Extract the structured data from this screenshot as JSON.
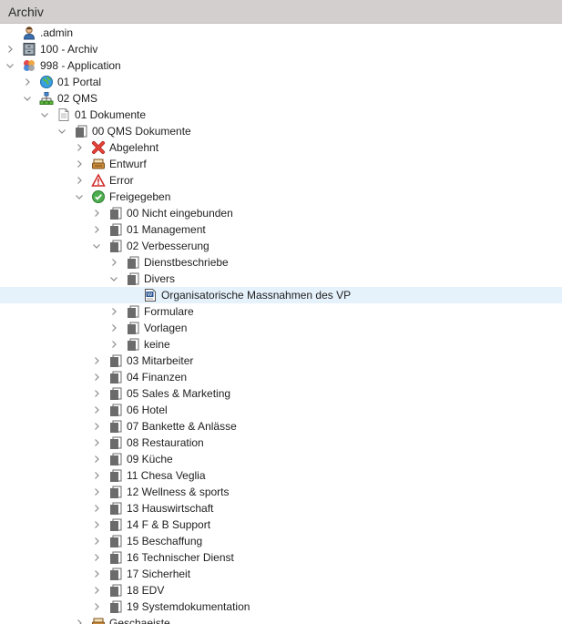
{
  "window": {
    "title": "Archiv"
  },
  "tree": [
    {
      "id": "admin",
      "label": ".admin",
      "depth": 0,
      "icon": "user-icon",
      "toggle": "none"
    },
    {
      "id": "100-archiv",
      "label": "100 - Archiv",
      "depth": 0,
      "icon": "archive-icon",
      "toggle": "collapsed"
    },
    {
      "id": "998-application",
      "label": "998 - Application",
      "depth": 0,
      "icon": "application-icon",
      "toggle": "expanded"
    },
    {
      "id": "01-portal",
      "label": "01 Portal",
      "depth": 1,
      "icon": "globe-icon",
      "toggle": "collapsed"
    },
    {
      "id": "02-qms",
      "label": "02 QMS",
      "depth": 1,
      "icon": "network-icon",
      "toggle": "expanded"
    },
    {
      "id": "01-dokumente",
      "label": "01 Dokumente",
      "depth": 2,
      "icon": "document-icon",
      "toggle": "expanded"
    },
    {
      "id": "00-qms-dokumente",
      "label": "00 QMS Dokumente",
      "depth": 3,
      "icon": "folder-icon",
      "toggle": "expanded"
    },
    {
      "id": "abgelehnt",
      "label": "Abgelehnt",
      "depth": 4,
      "icon": "rejected-icon",
      "toggle": "collapsed"
    },
    {
      "id": "entwurf",
      "label": "Entwurf",
      "depth": 4,
      "icon": "draft-icon",
      "toggle": "collapsed"
    },
    {
      "id": "error",
      "label": "Error",
      "depth": 4,
      "icon": "warning-icon",
      "toggle": "collapsed"
    },
    {
      "id": "freigegeben",
      "label": "Freigegeben",
      "depth": 4,
      "icon": "approved-icon",
      "toggle": "expanded"
    },
    {
      "id": "00-nicht-eingebunden",
      "label": "00 Nicht eingebunden",
      "depth": 5,
      "icon": "folder-icon",
      "toggle": "collapsed"
    },
    {
      "id": "01-management",
      "label": "01 Management",
      "depth": 5,
      "icon": "folder-icon",
      "toggle": "collapsed"
    },
    {
      "id": "02-verbesserung",
      "label": "02 Verbesserung",
      "depth": 5,
      "icon": "folder-icon",
      "toggle": "expanded"
    },
    {
      "id": "dienstbeschriebe",
      "label": "Dienstbeschriebe",
      "depth": 6,
      "icon": "folder-icon",
      "toggle": "collapsed"
    },
    {
      "id": "divers",
      "label": "Divers",
      "depth": 6,
      "icon": "folder-icon",
      "toggle": "expanded"
    },
    {
      "id": "organisatorische-massnahmen",
      "label": "Organisatorische Massnahmen des VP",
      "depth": 7,
      "icon": "word-document-icon",
      "toggle": "none",
      "selected": true
    },
    {
      "id": "formulare",
      "label": "Formulare",
      "depth": 6,
      "icon": "folder-icon",
      "toggle": "collapsed"
    },
    {
      "id": "vorlagen",
      "label": "Vorlagen",
      "depth": 6,
      "icon": "folder-icon",
      "toggle": "collapsed"
    },
    {
      "id": "keine",
      "label": "keine",
      "depth": 6,
      "icon": "folder-icon",
      "toggle": "collapsed"
    },
    {
      "id": "03-mitarbeiter",
      "label": "03 Mitarbeiter",
      "depth": 5,
      "icon": "folder-icon",
      "toggle": "collapsed"
    },
    {
      "id": "04-finanzen",
      "label": "04 Finanzen",
      "depth": 5,
      "icon": "folder-icon",
      "toggle": "collapsed"
    },
    {
      "id": "05-sales-marketing",
      "label": "05 Sales & Marketing",
      "depth": 5,
      "icon": "folder-icon",
      "toggle": "collapsed"
    },
    {
      "id": "06-hotel",
      "label": "06 Hotel",
      "depth": 5,
      "icon": "folder-icon",
      "toggle": "collapsed"
    },
    {
      "id": "07-bankette-anlaesse",
      "label": "07 Bankette & Anlässe",
      "depth": 5,
      "icon": "folder-icon",
      "toggle": "collapsed"
    },
    {
      "id": "08-restauration",
      "label": "08 Restauration",
      "depth": 5,
      "icon": "folder-icon",
      "toggle": "collapsed"
    },
    {
      "id": "09-kueche",
      "label": "09 Küche",
      "depth": 5,
      "icon": "folder-icon",
      "toggle": "collapsed"
    },
    {
      "id": "11-chesa-veglia",
      "label": "11 Chesa Veglia",
      "depth": 5,
      "icon": "folder-icon",
      "toggle": "collapsed"
    },
    {
      "id": "12-wellness-sports",
      "label": "12 Wellness & sports",
      "depth": 5,
      "icon": "folder-icon",
      "toggle": "collapsed"
    },
    {
      "id": "13-hauswirtschaft",
      "label": "13 Hauswirtschaft",
      "depth": 5,
      "icon": "folder-icon",
      "toggle": "collapsed"
    },
    {
      "id": "14-f-b-support",
      "label": "14 F & B Support",
      "depth": 5,
      "icon": "folder-icon",
      "toggle": "collapsed"
    },
    {
      "id": "15-beschaffung",
      "label": "15 Beschaffung",
      "depth": 5,
      "icon": "folder-icon",
      "toggle": "collapsed"
    },
    {
      "id": "16-technischer-dienst",
      "label": "16 Technischer Dienst",
      "depth": 5,
      "icon": "folder-icon",
      "toggle": "collapsed"
    },
    {
      "id": "17-sicherheit",
      "label": "17 Sicherheit",
      "depth": 5,
      "icon": "folder-icon",
      "toggle": "collapsed"
    },
    {
      "id": "18-edv",
      "label": "18 EDV",
      "depth": 5,
      "icon": "folder-icon",
      "toggle": "collapsed"
    },
    {
      "id": "19-systemdokumentation",
      "label": "19 Systemdokumentation",
      "depth": 5,
      "icon": "folder-icon",
      "toggle": "collapsed"
    },
    {
      "id": "gesch-partial",
      "label": "Geschaeiste",
      "depth": 4,
      "icon": "draft-icon",
      "toggle": "collapsed"
    }
  ],
  "colors": {
    "selection": "#e5f1fb",
    "titlebar": "#d3cfcf",
    "chevron": "#8a8a8a",
    "folder": "#6b6b6b"
  }
}
